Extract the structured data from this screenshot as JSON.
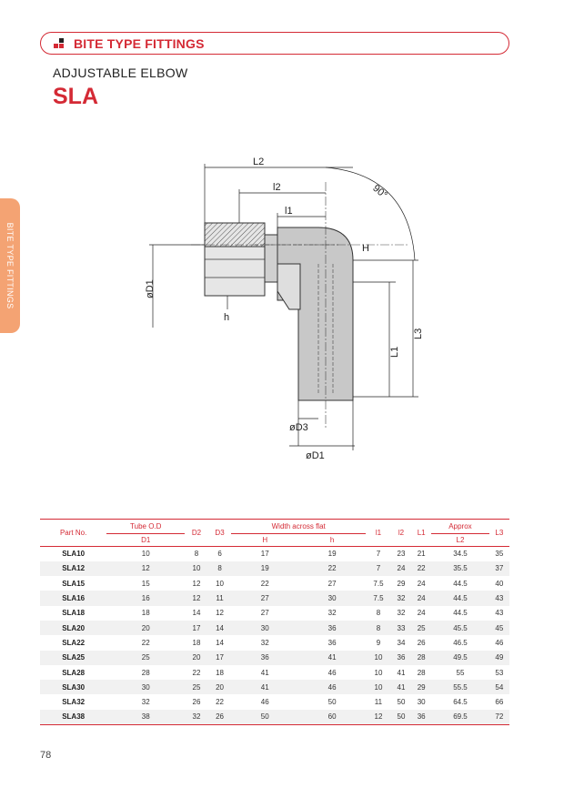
{
  "header": {
    "section_title": "BITE TYPE FITTINGS"
  },
  "product": {
    "subtitle": "ADJUSTABLE ELBOW",
    "model": "SLA"
  },
  "side_tab": {
    "label": "BITE TYPE FITTINGS"
  },
  "drawing_labels": {
    "L2": "L2",
    "l2": "l2",
    "l1": "l1",
    "angle": "90°",
    "H": "H",
    "D1_left": "øD1",
    "h": "h",
    "L3": "L3",
    "L1": "L1",
    "D3": "øD3",
    "D1_bottom": "øD1"
  },
  "table": {
    "headers": {
      "part_no": "Part No.",
      "tube_od": "Tube O.D",
      "d1": "D1",
      "d2": "D2",
      "d3": "D3",
      "width_across_flat": "Width across flat",
      "H": "H",
      "h": "h",
      "l1": "l1",
      "l2": "l2",
      "L1": "L1",
      "approx": "Approx",
      "L2": "L2",
      "L3": "L3"
    },
    "rows": [
      [
        "SLA10",
        "10",
        "8",
        "6",
        "17",
        "19",
        "7",
        "23",
        "21",
        "34.5",
        "35"
      ],
      [
        "SLA12",
        "12",
        "10",
        "8",
        "19",
        "22",
        "7",
        "24",
        "22",
        "35.5",
        "37"
      ],
      [
        "SLA15",
        "15",
        "12",
        "10",
        "22",
        "27",
        "7.5",
        "29",
        "24",
        "44.5",
        "40"
      ],
      [
        "SLA16",
        "16",
        "12",
        "11",
        "27",
        "30",
        "7.5",
        "32",
        "24",
        "44.5",
        "43"
      ],
      [
        "SLA18",
        "18",
        "14",
        "12",
        "27",
        "32",
        "8",
        "32",
        "24",
        "44.5",
        "43"
      ],
      [
        "SLA20",
        "20",
        "17",
        "14",
        "30",
        "36",
        "8",
        "33",
        "25",
        "45.5",
        "45"
      ],
      [
        "SLA22",
        "22",
        "18",
        "14",
        "32",
        "36",
        "9",
        "34",
        "26",
        "46.5",
        "46"
      ],
      [
        "SLA25",
        "25",
        "20",
        "17",
        "36",
        "41",
        "10",
        "36",
        "28",
        "49.5",
        "49"
      ],
      [
        "SLA28",
        "28",
        "22",
        "18",
        "41",
        "46",
        "10",
        "41",
        "28",
        "55",
        "53"
      ],
      [
        "SLA30",
        "30",
        "25",
        "20",
        "41",
        "46",
        "10",
        "41",
        "29",
        "55.5",
        "54"
      ],
      [
        "SLA32",
        "32",
        "26",
        "22",
        "46",
        "50",
        "11",
        "50",
        "30",
        "64.5",
        "66"
      ],
      [
        "SLA38",
        "38",
        "32",
        "26",
        "50",
        "60",
        "12",
        "50",
        "36",
        "69.5",
        "72"
      ]
    ]
  },
  "footer": {
    "page_number": "78"
  },
  "colors": {
    "accent": "#d42a35",
    "side_tab": "#f4a373",
    "row_alt": "#f1f1f1"
  }
}
